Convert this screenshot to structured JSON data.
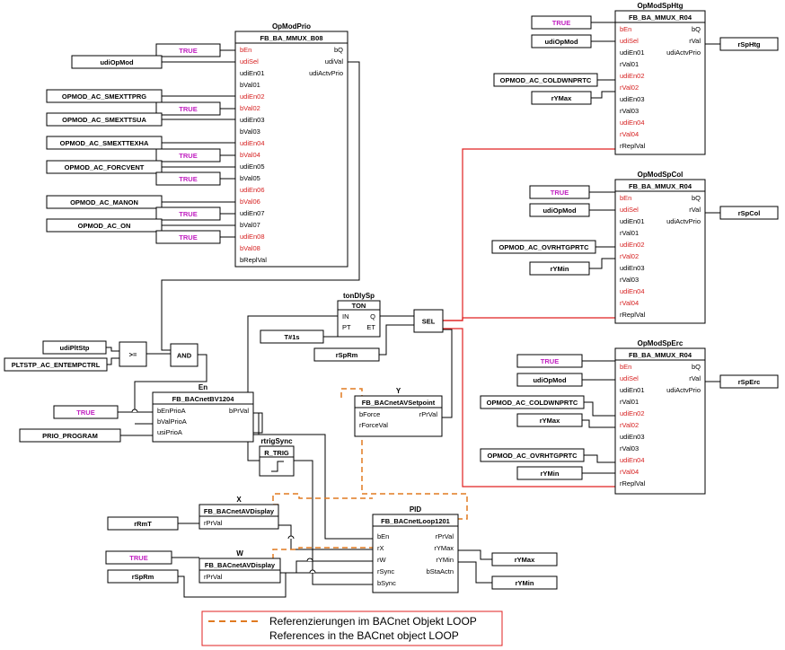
{
  "blocks": {
    "opmodprio": {
      "title": "OpModPrio",
      "type": "FB_BA_MMUX_B08",
      "inputs": [
        {
          "name": "bEn",
          "red": true
        },
        {
          "name": "udiSel",
          "red": true
        },
        {
          "name": "udiEn01",
          "red": false
        },
        {
          "name": "bVal01",
          "red": false
        },
        {
          "name": "udiEn02",
          "red": true
        },
        {
          "name": "bVal02",
          "red": true
        },
        {
          "name": "udiEn03",
          "red": false
        },
        {
          "name": "bVal03",
          "red": false
        },
        {
          "name": "udiEn04",
          "red": true
        },
        {
          "name": "bVal04",
          "red": true
        },
        {
          "name": "udiEn05",
          "red": false
        },
        {
          "name": "bVal05",
          "red": false
        },
        {
          "name": "udiEn06",
          "red": true
        },
        {
          "name": "bVal06",
          "red": true
        },
        {
          "name": "udiEn07",
          "red": false
        },
        {
          "name": "bVal07",
          "red": false
        },
        {
          "name": "udiEn08",
          "red": true
        },
        {
          "name": "bVal08",
          "red": true
        },
        {
          "name": "bReplVal",
          "red": false
        }
      ],
      "outputs": [
        "bQ",
        "udiVal",
        "udiActvPrio"
      ]
    },
    "opmodsphtg": {
      "title": "OpModSpHtg",
      "type": "FB_BA_MMUX_R04",
      "inputs": [
        {
          "name": "bEn",
          "red": true
        },
        {
          "name": "udiSel",
          "red": true
        },
        {
          "name": "udiEn01",
          "red": false
        },
        {
          "name": "rVal01",
          "red": false
        },
        {
          "name": "udiEn02",
          "red": true
        },
        {
          "name": "rVal02",
          "red": true
        },
        {
          "name": "udiEn03",
          "red": false
        },
        {
          "name": "rVal03",
          "red": false
        },
        {
          "name": "udiEn04",
          "red": true
        },
        {
          "name": "rVal04",
          "red": true
        },
        {
          "name": "rReplVal",
          "red": false
        }
      ],
      "outputs": [
        "bQ",
        "rVal",
        "udiActvPrio"
      ]
    },
    "opmodspcol": {
      "title": "OpModSpCol",
      "type": "FB_BA_MMUX_R04",
      "inputs": [
        {
          "name": "bEn",
          "red": true
        },
        {
          "name": "udiSel",
          "red": true
        },
        {
          "name": "udiEn01",
          "red": false
        },
        {
          "name": "rVal01",
          "red": false
        },
        {
          "name": "udiEn02",
          "red": true
        },
        {
          "name": "rVal02",
          "red": true
        },
        {
          "name": "udiEn03",
          "red": false
        },
        {
          "name": "rVal03",
          "red": false
        },
        {
          "name": "udiEn04",
          "red": true
        },
        {
          "name": "rVal04",
          "red": true
        },
        {
          "name": "rReplVal",
          "red": false
        }
      ],
      "outputs": [
        "bQ",
        "rVal",
        "udiActvPrio"
      ]
    },
    "opmodsperc": {
      "title": "OpModSpErc",
      "type": "FB_BA_MMUX_R04",
      "inputs": [
        {
          "name": "bEn",
          "red": true
        },
        {
          "name": "udiSel",
          "red": true
        },
        {
          "name": "udiEn01",
          "red": false
        },
        {
          "name": "rVal01",
          "red": false
        },
        {
          "name": "udiEn02",
          "red": true
        },
        {
          "name": "rVal02",
          "red": true
        },
        {
          "name": "udiEn03",
          "red": false
        },
        {
          "name": "rVal03",
          "red": false
        },
        {
          "name": "udiEn04",
          "red": true
        },
        {
          "name": "rVal04",
          "red": true
        },
        {
          "name": "rReplVal",
          "red": false
        }
      ],
      "outputs": [
        "bQ",
        "rVal",
        "udiActvPrio"
      ]
    },
    "tondlysp": {
      "title": "tonDlySp",
      "type": "TON",
      "inputs": [
        {
          "name": "IN",
          "red": false
        },
        {
          "name": "PT",
          "red": false
        }
      ],
      "outputs": [
        "Q",
        "ET"
      ]
    },
    "sel": {
      "type": "SEL"
    },
    "ge": {
      "type": ">="
    },
    "and": {
      "type": "AND"
    },
    "en": {
      "title": "En",
      "type": "FB_BACnetBV1204",
      "inputs": [
        {
          "name": "bEnPrioA",
          "red": false
        },
        {
          "name": "bValPrioA",
          "red": false
        },
        {
          "name": "usiPrioA",
          "red": false
        }
      ],
      "outputs": [
        "bPrVal"
      ]
    },
    "y": {
      "title": "Y",
      "type": "FB_BACnetAVSetpoint",
      "inputs": [
        {
          "name": "bForce",
          "red": false
        },
        {
          "name": "rForceVal",
          "red": false
        }
      ],
      "outputs": [
        "rPrVal"
      ]
    },
    "rtrigsync": {
      "title": "rtrigSync",
      "type": "R_TRIG"
    },
    "x": {
      "title": "X",
      "type": "FB_BACnetAVDisplay",
      "inputs": [
        {
          "name": "rPrVal",
          "red": false
        }
      ],
      "outputs": []
    },
    "w": {
      "title": "W",
      "type": "FB_BACnetAVDisplay",
      "inputs": [
        {
          "name": "rPrVal",
          "red": false
        }
      ],
      "outputs": []
    },
    "pid": {
      "title": "PID",
      "type": "FB_BACnetLoop1201",
      "inputs": [
        {
          "name": "bEn",
          "red": false
        },
        {
          "name": "rX",
          "red": false
        },
        {
          "name": "rW",
          "red": false
        },
        {
          "name": "rSync",
          "red": false
        },
        {
          "name": "bSync",
          "red": false
        }
      ],
      "outputs": [
        "rPrVal",
        "rYMax",
        "rYMin",
        "bStaActn"
      ]
    }
  },
  "inputs": {
    "prio_true_en": "TRUE",
    "prio_udiopmod": "udiOpMod",
    "prio_smexttprg": "OPMOD_AC_SMEXTTPRG",
    "prio_true_02": "TRUE",
    "prio_smexttsua": "OPMOD_AC_SMEXTTSUA",
    "prio_smexttexha": "OPMOD_AC_SMEXTTEXHA",
    "prio_true_04": "TRUE",
    "prio_forcvent": "OPMOD_AC_FORCVENT",
    "prio_true_05": "TRUE",
    "prio_manon": "OPMOD_AC_MANON",
    "prio_true_07": "TRUE",
    "prio_on": "OPMOD_AC_ON",
    "prio_true_08": "TRUE",
    "htg_true": "TRUE",
    "htg_udiopmod": "udiOpMod",
    "htg_coldwnprtc": "OPMOD_AC_COLDWNPRTC",
    "htg_rymax": "rYMax",
    "col_true": "TRUE",
    "col_udiopmod": "udiOpMod",
    "col_ovrhtgprtc": "OPMOD_AC_OVRHTGPRTC",
    "col_rymin": "rYMin",
    "erc_true": "TRUE",
    "erc_udiopmod": "udiOpMod",
    "erc_coldwnprtc": "OPMOD_AC_COLDWNPRTC",
    "erc_rymax": "rYMax",
    "erc_ovrhtgprtc": "OPMOD_AC_OVRHTGPRTC",
    "erc_rymin": "rYMin",
    "udipltstp": "udiPltStp",
    "pltstp_entempctrl": "PLTSTP_AC_ENTEMPCTRL",
    "en_true": "TRUE",
    "prio_program": "PRIO_PROGRAM",
    "t1s": "T#1s",
    "rsprm_sel": "rSpRm",
    "rrmt": "rRmT",
    "w_true": "TRUE",
    "rsprm_w": "rSpRm"
  },
  "outputs": {
    "rsphtg": "rSpHtg",
    "rspcol": "rSpCol",
    "rsperc": "rSpErc",
    "pid_rymax": "rYMax",
    "pid_rymin": "rYMin"
  },
  "legend": {
    "line1": "Referenzierungen im BACnet Objekt LOOP",
    "line2": "References in the BACnet object LOOP",
    "line_color": "#e07a20"
  },
  "colors": {
    "wire": "#000000",
    "highlight_wire": "#e02020",
    "pin_red": "#d62020",
    "true_text": "#c020c0"
  }
}
